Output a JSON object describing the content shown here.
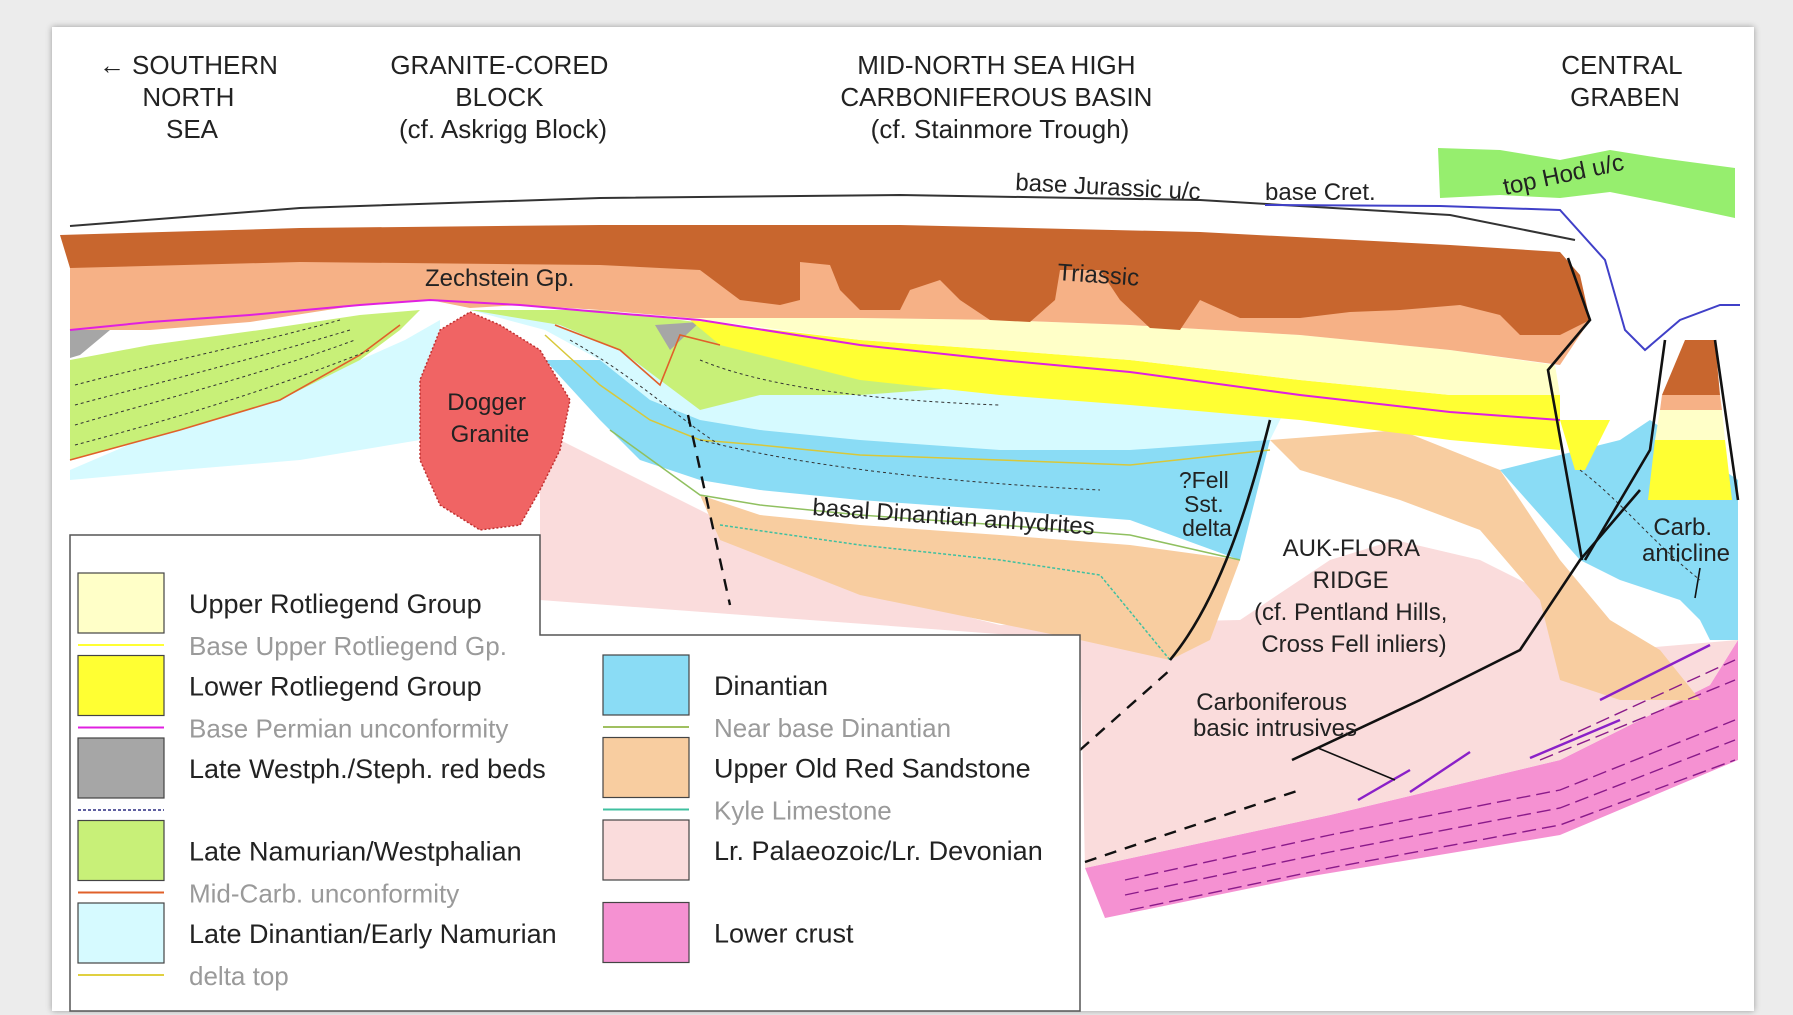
{
  "headers": {
    "southern_north_sea": [
      "← SOUTHERN",
      "NORTH",
      "SEA"
    ],
    "granite_cored_block": [
      "GRANITE-CORED",
      "BLOCK",
      "(cf. Askrigg Block)"
    ],
    "mid_north_sea_high": [
      "MID-NORTH SEA HIGH",
      "CARBONIFEROUS BASIN",
      "(cf. Stainmore Trough)"
    ],
    "central_graben": [
      "CENTRAL",
      "GRABEN"
    ]
  },
  "section_labels": {
    "base_jurassic": "base Jurassic u/c",
    "base_cret": "base Cret.",
    "top_hod": "top Hod u/c",
    "zechstein": "Zechstein Gp.",
    "triassic": "Triassic",
    "dogger_granite": [
      "Dogger",
      "Granite"
    ],
    "fell_delta": [
      "?Fell",
      "Sst.",
      "delta"
    ],
    "basal_anhydrites": "basal Dinantian anhydrites",
    "auk_flora": [
      "AUK-FLORA",
      "RIDGE",
      "(cf. Pentland Hills,",
      "Cross Fell inliers)"
    ],
    "carb_anticline": [
      "Carb.",
      "anticline"
    ],
    "carb_intrusives": [
      "Carboniferous",
      "basic intrusives"
    ]
  },
  "colors": {
    "upper_rotliegend": "#ffffc8",
    "lower_rotliegend": "#ffff33",
    "late_westph": "#a6a6a6",
    "late_namurian": "#c8f078",
    "late_dinantian": "#d6faff",
    "dinantian": "#8adcf5",
    "upper_old_red": "#f8cda0",
    "lr_palaeozoic": "#fadcdc",
    "lower_crust": "#f591d2",
    "zechstein": "#f6b186",
    "triassic": "#c8662e",
    "granite": "#f06464",
    "hod": "#96ee6e"
  },
  "legend": {
    "col1": [
      {
        "name": "Upper Rotliegend Group",
        "boundary": "Base Upper Rotliegend Gp.",
        "color": "#ffffc8",
        "line": "#ffff33"
      },
      {
        "name": "Lower Rotliegend Group",
        "boundary": "Base Permian unconformity",
        "color": "#ffff33",
        "line": "#e020e0"
      },
      {
        "name": "Late Westph./Steph. red beds",
        "boundary": "",
        "color": "#a6a6a6",
        "line": "#6060a0"
      },
      {
        "name": "Late Namurian/Westphalian",
        "boundary": "Mid-Carb. unconformity",
        "color": "#c8f078",
        "line": "#e0602a"
      },
      {
        "name": "Late Dinantian/Early Namurian",
        "boundary": "delta top",
        "color": "#d6faff",
        "line": "#e0d040"
      }
    ],
    "col2": [
      {
        "name": "Dinantian",
        "boundary": "Near base Dinantian",
        "color": "#8adcf5",
        "line": "#a0c060"
      },
      {
        "name": "Upper Old Red Sandstone",
        "boundary": "Kyle Limestone",
        "color": "#f8cda0",
        "line": "#40c0a0"
      },
      {
        "name": "Lr. Palaeozoic/Lr. Devonian",
        "boundary": "",
        "color": "#fadcdc",
        "line": ""
      },
      {
        "name": "Lower crust",
        "boundary": "",
        "color": "#f591d2",
        "line": ""
      }
    ]
  }
}
